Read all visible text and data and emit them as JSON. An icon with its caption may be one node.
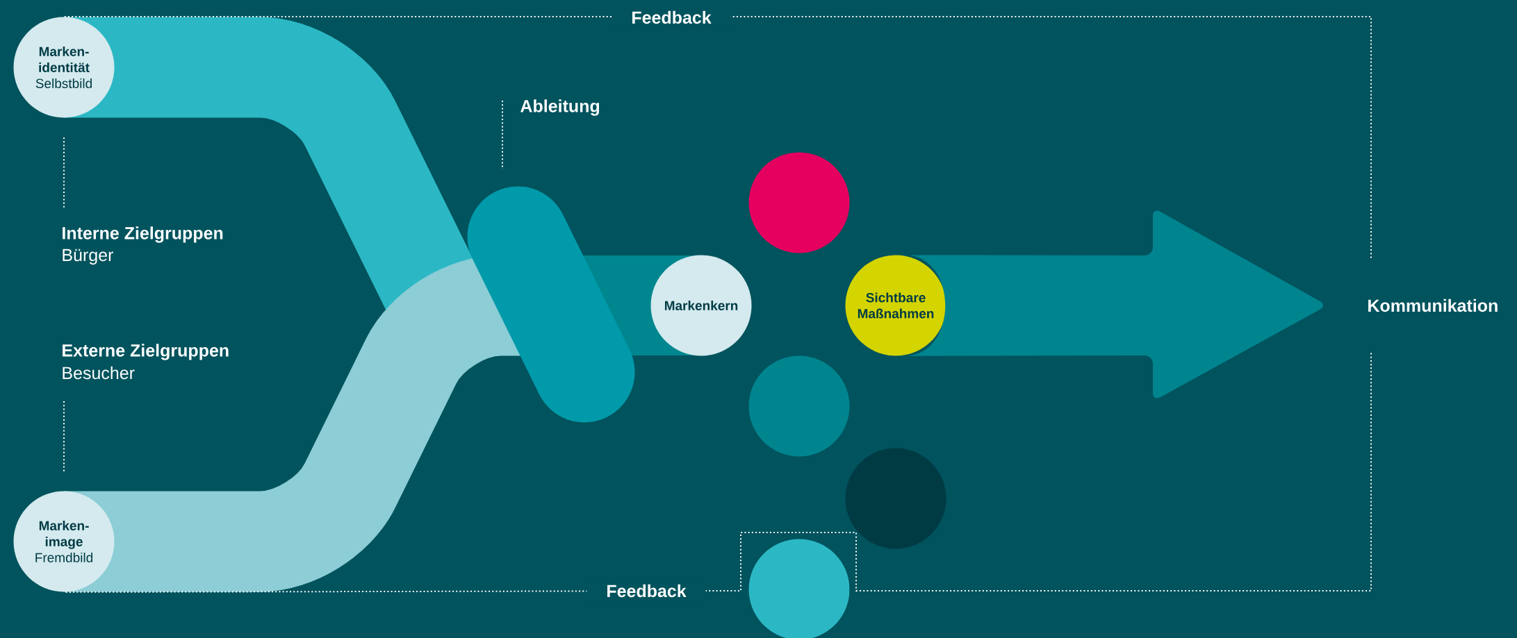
{
  "diagram": {
    "nodes": [
      {
        "text": [
          "Marken- identität",
          "Selbstbild"
        ]
      },
      {
        "text": [
          "Marken- image",
          "Fremdbild"
        ]
      },
      {
        "text": [
          "Markenkern"
        ]
      },
      {
        "text": [
          "Sichtbare Maßnahmen"
        ]
      },
      {
        "text": [],
        "shape": "circle"
      },
      {
        "text": [],
        "shape": "circle"
      },
      {
        "text": [],
        "shape": "circle"
      },
      {
        "text": [],
        "shape": "circle"
      },
      {
        "text": [
          "Kommunikation"
        ]
      }
    ],
    "edges": [
      {
        "from": 3,
        "to": 8,
        "arrow": "to",
        "style": "thick",
        "color": "#00858f"
      },
      {
        "from": 8,
        "to": 0,
        "arrow": "none",
        "style": "dashed",
        "label": "Feedback"
      },
      {
        "from": 8,
        "to": 1,
        "arrow": "none",
        "style": "dashed",
        "label": "Feedback"
      }
    ],
    "labels": [
      "Interne Zielgruppen",
      "Bürger",
      "Externe Zielgruppen",
      "Besucher",
      "Ableitung"
    ]
  }
}
